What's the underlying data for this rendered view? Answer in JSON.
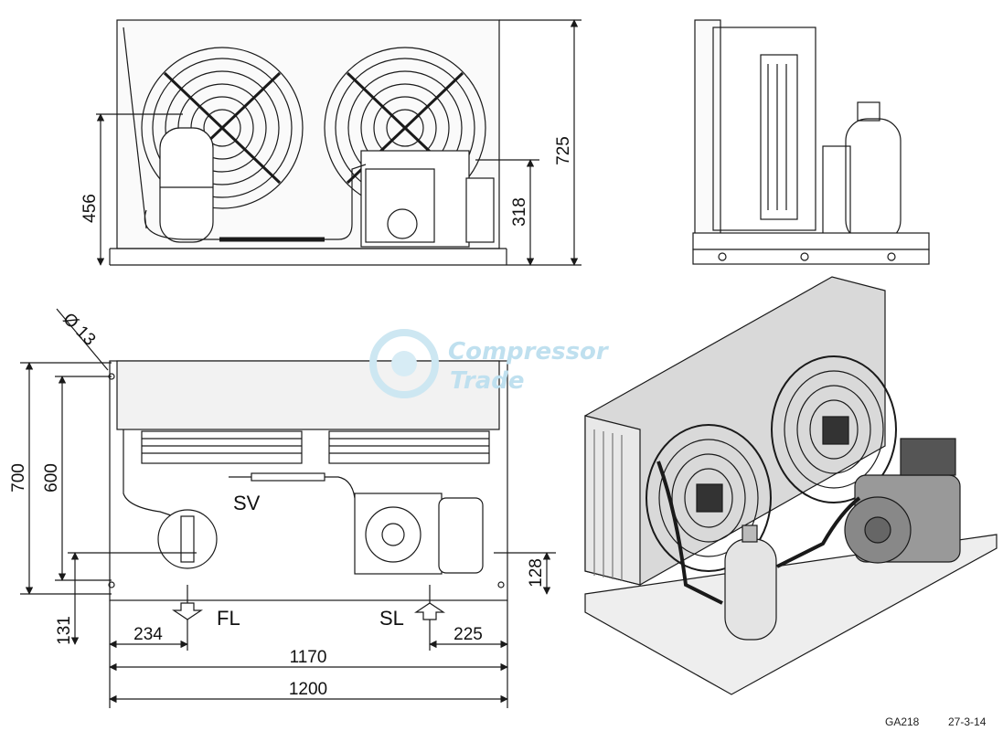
{
  "drawing": {
    "top_view": {
      "dim_height_compressor": "456",
      "dim_height_total": "725",
      "dim_height_receiver": "318"
    },
    "front_view": {
      "dim_hole_diameter": "Ø 13",
      "dim_height_total": "700",
      "dim_height_inner": "600",
      "dim_bottom_offset": "131",
      "dim_right_offset": "128",
      "dim_fl_offset": "234",
      "dim_sl_offset": "225",
      "dim_width_inner": "1170",
      "dim_width_total": "1200",
      "label_sv": "SV",
      "label_fl": "FL",
      "label_sl": "SL"
    },
    "watermark": {
      "line1": "Compressor",
      "line2": "Trade"
    },
    "footer": {
      "code": "GA218",
      "date": "27-3-14"
    }
  },
  "colors": {
    "line": "#1a1a1a",
    "panel": "#f2f2f2",
    "iso_panel": "#d9d9d9",
    "watermark": "#bfe0ef"
  }
}
